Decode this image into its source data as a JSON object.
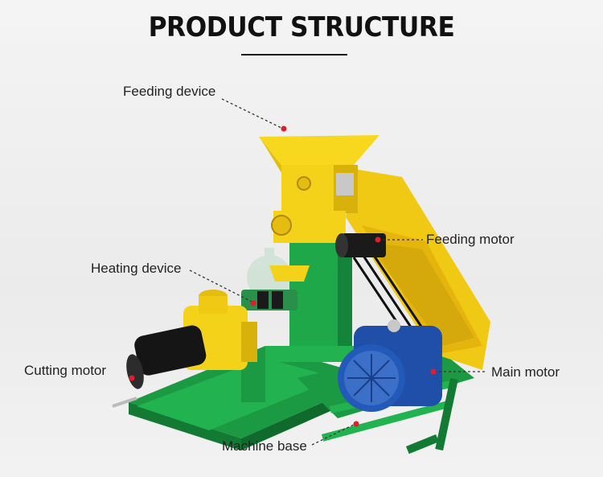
{
  "title": "PRODUCT STRUCTURE",
  "labels": {
    "feeding_device": "Feeding device",
    "feeding_motor": "Feeding motor",
    "heating_device": "Heating device",
    "cutting_motor": "Cutting motor",
    "main_motor": "Main motor",
    "machine_base": "Machine base"
  },
  "colors": {
    "machine_green": "#1fa84a",
    "hopper_yellow": "#f5d21a",
    "motor_blue": "#1f4fa8",
    "motor_black": "#1a1a1a",
    "callout_dot": "#e01e2a"
  }
}
